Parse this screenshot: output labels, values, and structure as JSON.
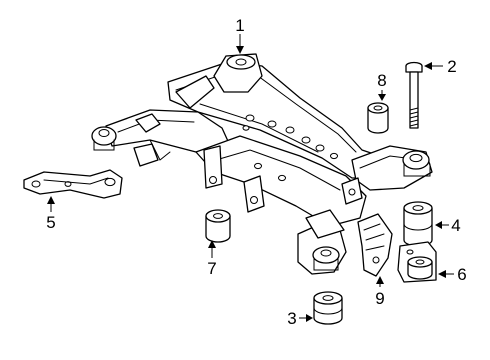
{
  "callouts": [
    {
      "id": "1",
      "text": "1"
    },
    {
      "id": "2",
      "text": "2"
    },
    {
      "id": "3",
      "text": "3"
    },
    {
      "id": "4",
      "text": "4"
    },
    {
      "id": "5",
      "text": "5"
    },
    {
      "id": "6",
      "text": "6"
    },
    {
      "id": "7",
      "text": "7"
    },
    {
      "id": "8",
      "text": "8"
    },
    {
      "id": "9",
      "text": "9"
    }
  ],
  "parts": [
    {
      "callout": "1",
      "part": "crossmember"
    },
    {
      "callout": "2",
      "part": "bolt"
    },
    {
      "callout": "3",
      "part": "bushing"
    },
    {
      "callout": "4",
      "part": "bushing"
    },
    {
      "callout": "5",
      "part": "bracket"
    },
    {
      "callout": "6",
      "part": "mount"
    },
    {
      "callout": "7",
      "part": "bushing"
    },
    {
      "callout": "8",
      "part": "bushing"
    },
    {
      "callout": "9",
      "part": "bracket"
    }
  ]
}
